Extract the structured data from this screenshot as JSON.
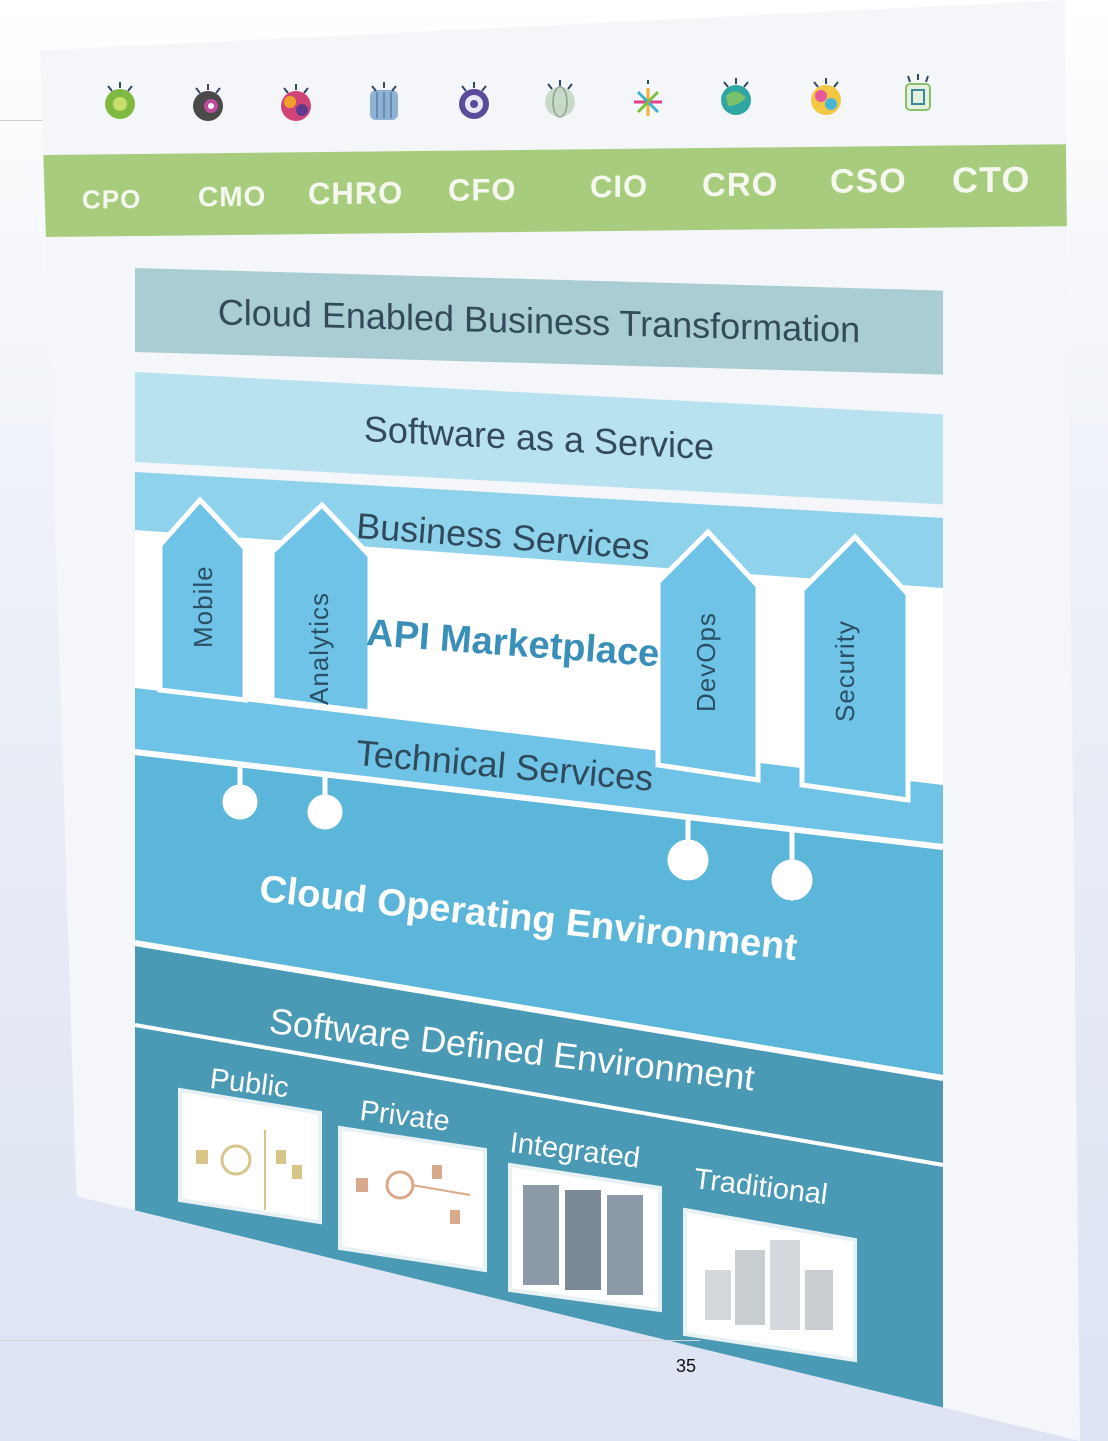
{
  "executive_roles": [
    "CPO",
    "CMO",
    "CHRO",
    "CFO",
    "CIO",
    "CRO",
    "CSO",
    "CTO"
  ],
  "executive_icons": [
    "green-burst-icon",
    "eye-icon",
    "multicolor-burst-icon",
    "blue-globe-icon",
    "gear-burst-icon",
    "pale-globe-icon",
    "star-burst-icon",
    "teal-globe-icon",
    "rainbow-burst-icon",
    "circuit-icon"
  ],
  "layers": {
    "top": "Cloud Enabled Business Transformation",
    "saas": "Software as a Service",
    "business": "Business Services",
    "api": "API Marketplace",
    "technical": "Technical Services",
    "cloud_os": "Cloud Operating Environment",
    "sde": "Software Defined Environment"
  },
  "pillars": [
    "Mobile",
    "Analytics",
    "DevOps",
    "Security"
  ],
  "environments": [
    "Public",
    "Private",
    "Integrated",
    "Traditional"
  ],
  "page_number": "35",
  "colors": {
    "roles_bar": "#a8cc7e",
    "top_band": "#a9cdd3",
    "saas_band": "#b9e2f1",
    "business_band": "#8fd2ec",
    "pillar": "#6fc3e6",
    "cloud_os": "#5bb6da",
    "sde": "#4a9ab5"
  }
}
